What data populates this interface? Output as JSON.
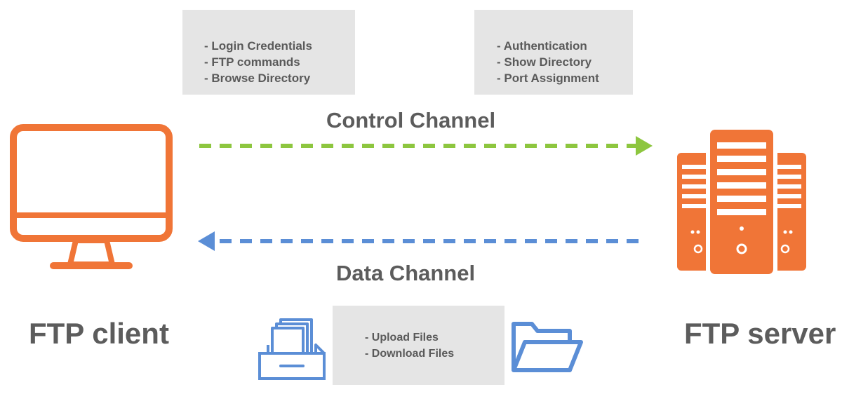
{
  "client_box": {
    "items": [
      "Login Credentials",
      "FTP commands",
      "Browse Directory"
    ]
  },
  "server_box": {
    "items": [
      "Authentication",
      "Show Directory",
      "Port Assignment"
    ]
  },
  "data_box": {
    "items": [
      "Upload Files",
      "Download Files"
    ]
  },
  "control_channel": {
    "label": "Control Channel",
    "color": "#8dc63f"
  },
  "data_channel": {
    "label": "Data Channel",
    "color": "#5b8ed6"
  },
  "client": {
    "label": "FTP client",
    "icon": "monitor-icon",
    "color": "#f07537"
  },
  "server": {
    "label": "FTP server",
    "icon": "server-icon",
    "color": "#f07537"
  },
  "data_icons": [
    "file-tray-icon",
    "open-folder-icon"
  ]
}
